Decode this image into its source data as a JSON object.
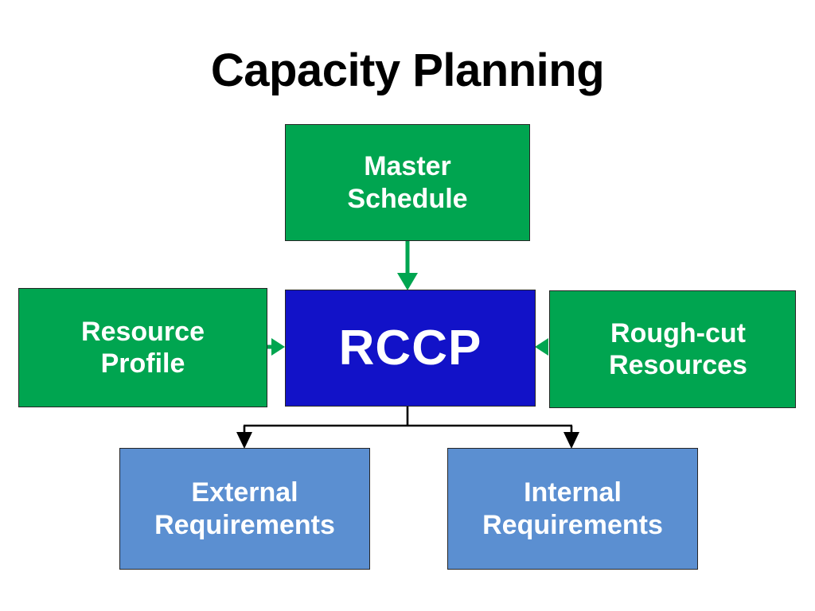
{
  "slide": {
    "title": "Capacity Planning",
    "background_color": "#FFFFFF"
  },
  "palette": {
    "green": "#00A550",
    "blue": "#1212C8",
    "light_blue": "#5B8FD1",
    "border": "#262626",
    "text_on_box": "#FFFFFF",
    "title_text": "#000000",
    "green_arrow": "#00A550",
    "black_arrow": "#000000"
  },
  "nodes": {
    "master_schedule": {
      "label": "Master\nSchedule",
      "fill": "#00A550",
      "text_color": "#FFFFFF"
    },
    "rccp": {
      "label": "RCCP",
      "fill": "#1212C8",
      "text_color": "#FFFFFF"
    },
    "resource_profile": {
      "label": "Resource\nProfile",
      "fill": "#00A550",
      "text_color": "#FFFFFF"
    },
    "rough_cut_resources": {
      "label": "Rough-cut\nResources",
      "fill": "#00A550",
      "text_color": "#FFFFFF"
    },
    "external_requirements": {
      "label": "External\nRequirements",
      "fill": "#5B8FD1",
      "text_color": "#FFFFFF"
    },
    "internal_requirements": {
      "label": "Internal\nRequirements",
      "fill": "#5B8FD1",
      "text_color": "#FFFFFF"
    }
  },
  "connectors": [
    {
      "name": "master-schedule-to-rccp",
      "from": "master_schedule",
      "to": "rccp",
      "direction": "down",
      "color": "#00A550"
    },
    {
      "name": "resource-profile-to-rccp",
      "from": "resource_profile",
      "to": "rccp",
      "direction": "right",
      "color": "#00A550"
    },
    {
      "name": "rough-cut-resources-to-rccp",
      "from": "rough_cut_resources",
      "to": "rccp",
      "direction": "left",
      "color": "#00A550"
    },
    {
      "name": "rccp-to-external-requirements",
      "from": "rccp",
      "to": "external_requirements",
      "direction": "down",
      "color": "#000000"
    },
    {
      "name": "rccp-to-internal-requirements",
      "from": "rccp",
      "to": "internal_requirements",
      "direction": "down",
      "color": "#000000"
    }
  ]
}
